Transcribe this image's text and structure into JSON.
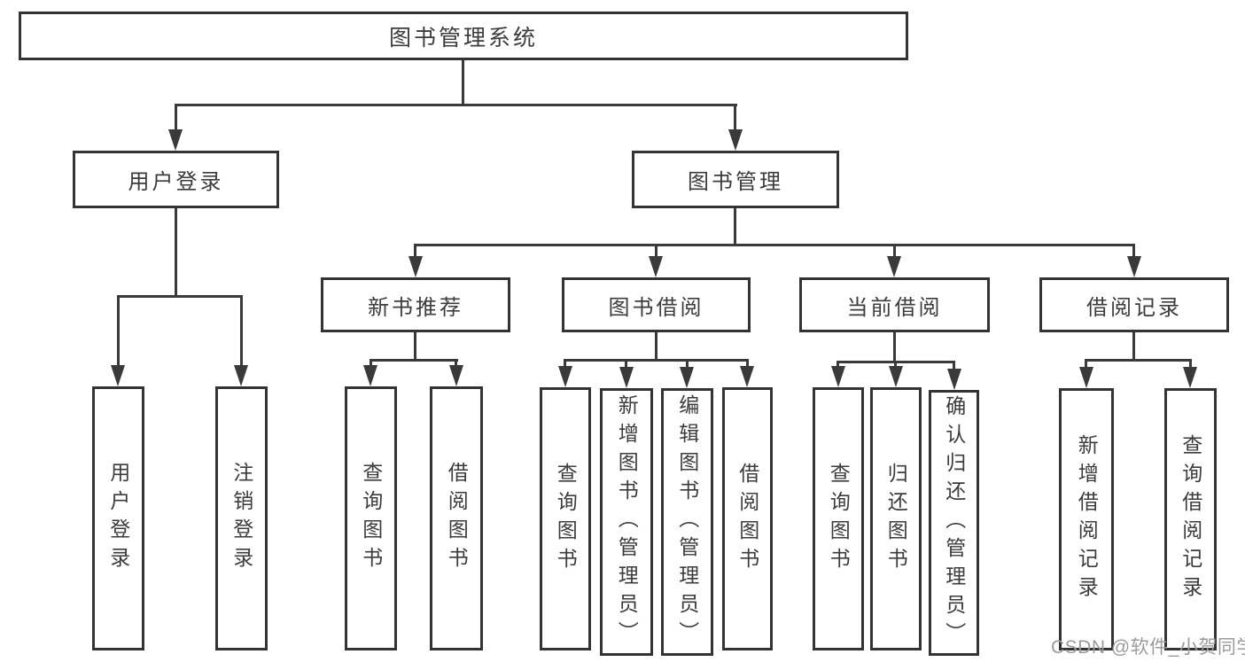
{
  "colors": {
    "background": "#ffffff",
    "line": "#3a3a3a",
    "box_border": "#333333",
    "box_fill": "#ffffff",
    "text": "#3c3c3c",
    "watermark": "#9b9b9b"
  },
  "watermark": "CSDN @软件_小贺同学",
  "nodes": {
    "root": {
      "label": "图书管理系统"
    },
    "user_login": {
      "label": "用户登录"
    },
    "book_mgmt": {
      "label": "图书管理"
    },
    "new_book_rec": {
      "label": "新书推荐"
    },
    "book_borrow": {
      "label": "图书借阅"
    },
    "current_borrow": {
      "label": "当前借阅"
    },
    "borrow_record": {
      "label": "借阅记录"
    },
    "leaf_user_login": {
      "label": "用户登录"
    },
    "leaf_logout": {
      "label": "注销登录"
    },
    "leaf_query_book_rec": {
      "label": "查询图书"
    },
    "leaf_borrow_book_rec": {
      "label": "借阅图书"
    },
    "leaf_query_book_borrow": {
      "label": "查询图书"
    },
    "leaf_add_book": {
      "label": "新增图书（管理员）"
    },
    "leaf_edit_book": {
      "label": "编辑图书（管理员）"
    },
    "leaf_borrow_book": {
      "label": "借阅图书"
    },
    "leaf_query_book_current": {
      "label": "查询图书"
    },
    "leaf_return_book": {
      "label": "归还图书"
    },
    "leaf_confirm_return": {
      "label": "确认归还（管理员）"
    },
    "leaf_add_borrow_record": {
      "label": "新增借阅记录"
    },
    "leaf_query_borrow_record": {
      "label": "查询借阅记录"
    }
  },
  "hierarchy": {
    "图书管理系统": {
      "用户登录": [
        "用户登录",
        "注销登录"
      ],
      "图书管理": {
        "新书推荐": [
          "查询图书",
          "借阅图书"
        ],
        "图书借阅": [
          "查询图书",
          "新增图书（管理员）",
          "编辑图书（管理员）",
          "借阅图书"
        ],
        "当前借阅": [
          "查询图书",
          "归还图书",
          "确认归还（管理员）"
        ],
        "借阅记录": [
          "新增借阅记录",
          "查询借阅记录"
        ]
      }
    }
  }
}
